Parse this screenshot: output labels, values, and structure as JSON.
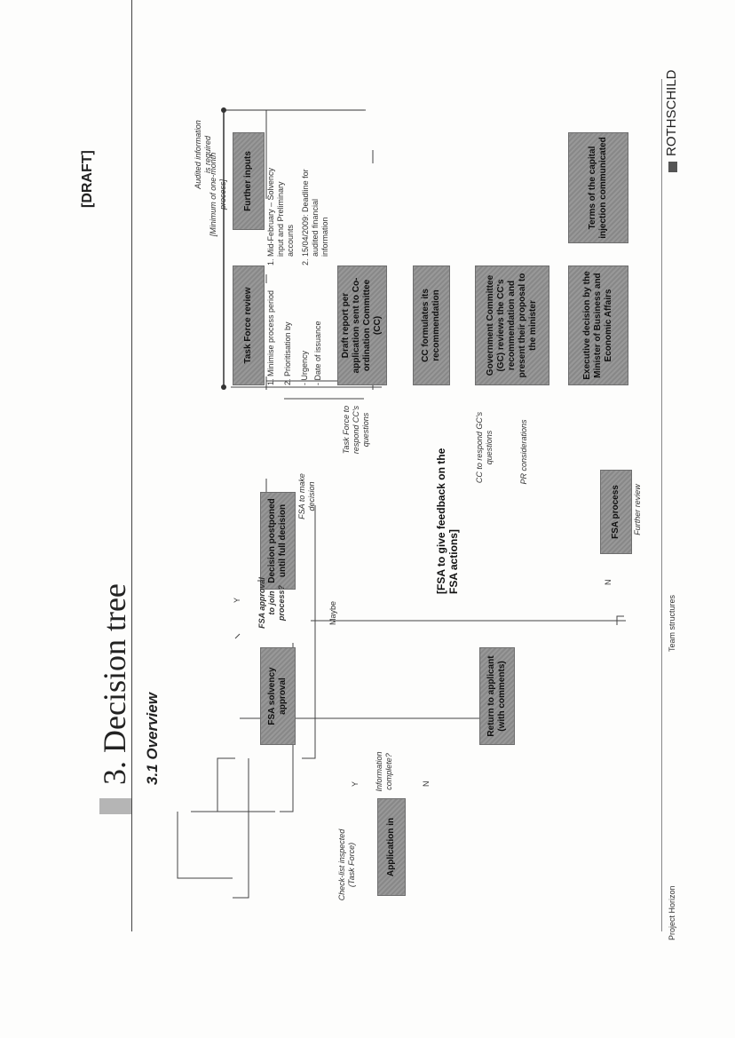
{
  "header": {
    "draft": "[DRAFT]",
    "logo_text": "ROTHSCHILD"
  },
  "title": {
    "section": "3. Decision tree",
    "subsection": "3.1  Overview"
  },
  "footer": {
    "left": "Project Horizon",
    "center": "Team structures"
  },
  "boxes": {
    "application_in": "Application in",
    "fsa_solvency": "FSA solvency approval",
    "return_applicant": "Return to applicant (with comments)",
    "decision_postponed": "Decision postponed until full decision",
    "fsa_process": "FSA process",
    "task_force_review": "Task Force review",
    "further_inputs": "Further inputs",
    "draft_report": "Draft report per application sent to Co-ordination Committee (CC)",
    "cc_formulates": "CC formulates its recommendation",
    "government": "Government Committee (GC) reviews the CC's recommendation and present their proposal to the minister",
    "executive_decision": "Executive decision by the Minister of Business and Economic Affairs",
    "terms_capital": "Terms of the capital injection communicated"
  },
  "notes": {
    "checklist": "Check-list inspected (Task Force)",
    "info_complete": "Information complete?",
    "fsa_approval_q": "FSA approval to join process?",
    "fsa_to_decide": "FSA to make decision",
    "min_one_month": "[Minimum of one-month process]",
    "audited_required": "Audited information is required",
    "task_force_respond": "Task Force to respond CC's questions",
    "cc_respond": "CC to respond GC's questions",
    "pr_considerations": "PR considerations",
    "further_review": "Further review",
    "fsa_feedback": "[FSA to give feedback on the FSA actions]"
  },
  "labels": {
    "y1": "Y",
    "n1": "N",
    "y2": "Y",
    "maybe": "Maybe",
    "n2": "N"
  },
  "task_force_list": [
    "1. Minimise process period",
    "2. Prioritisation by",
    "- Urgency",
    "- Date of issuance"
  ],
  "inputs_list": [
    "1. Mid-February – Solvency",
    "input and Preliminary",
    "accounts",
    "2. 15/04/2009: Deadline for",
    "audited financial",
    "information"
  ]
}
